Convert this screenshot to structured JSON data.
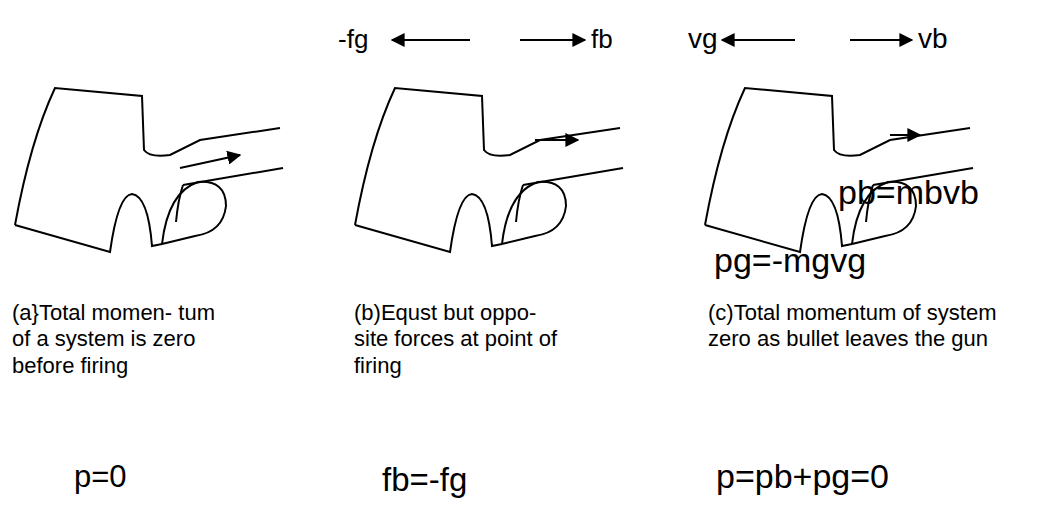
{
  "diagram": {
    "labels": [
      "-fg",
      "fb",
      "vg",
      "vb",
      "pb=mbvb",
      "pg=-mgvg",
      "(a}Total momen- tum of a system is zero before firing",
      "p=0",
      "(b)Equst but oppo- site forces at point of firing",
      "fb=-fg",
      "(c)Total momentum of system zero as bullet leaves the gun",
      "p=pb+pg=0"
    ]
  }
}
